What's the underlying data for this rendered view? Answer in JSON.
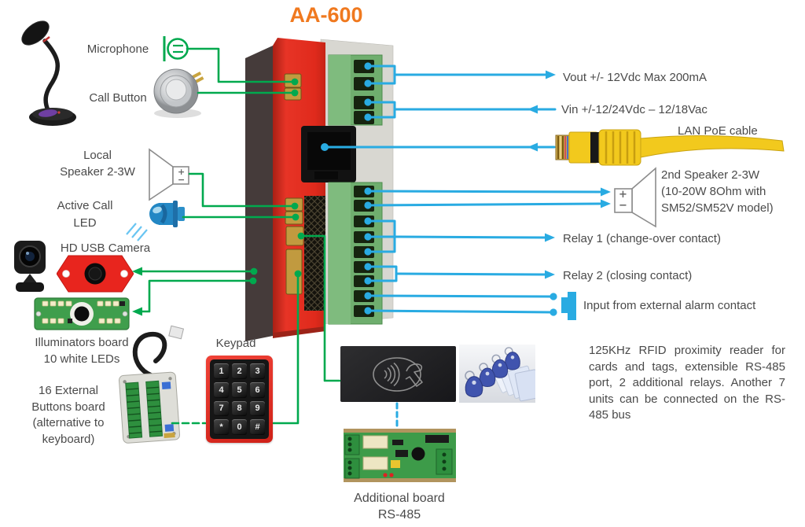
{
  "title": "AA-600",
  "colors": {
    "accent_orange": "#F0791F",
    "wire_green": "#00A94E",
    "wire_blue": "#29ABE2",
    "device_red": "#E8251E",
    "terminal_green": "#6FAE6E",
    "label_gray": "#4A4A4A"
  },
  "left": {
    "microphone_label": "Microphone",
    "call_button_label": "Call Button",
    "local_speaker_label": "Local\nSpeaker 2-3W",
    "active_call_led_label": "Active Call\nLED",
    "hd_usb_camera_label": "HD USB Camera",
    "illuminators_label": "Illuminators board\n10 white LEDs",
    "external_buttons_label": "16 External\nButtons board\n(alternative to\nkeyboard)",
    "keypad_label": "Keypad",
    "keypad_keys": [
      "1",
      "2",
      "3",
      "4",
      "5",
      "6",
      "7",
      "8",
      "9",
      "*",
      "0",
      "#"
    ]
  },
  "right": {
    "vout_label": "Vout +/- 12Vdc Max 200mA",
    "vin_label": "Vin +/-12/24Vdc – 12/18Vac",
    "lan_label": "LAN PoE cable",
    "speaker2_label": "2nd Speaker 2-3W\n(10-20W 8Ohm with\nSM52/SM52V model)",
    "relay1_label": "Relay 1 (change-over contact)",
    "relay2_label": "Relay 2 (closing contact)",
    "alarm_label": "Input from external alarm contact",
    "rfid_description": "125KHz RFID proximity reader for cards and tags, extensible RS-485 port, 2 additional relays. Another 7 units can be connected on the RS-485 bus"
  },
  "bottom": {
    "additional_board_label": "Additional board\nRS-485"
  },
  "speaker_icon": {
    "plus": "+",
    "minus": "−"
  }
}
